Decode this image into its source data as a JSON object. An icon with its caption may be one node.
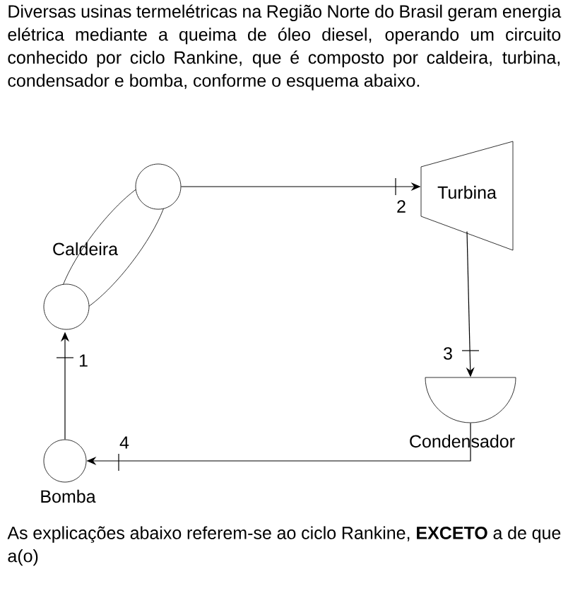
{
  "diagram": {
    "nodes": [
      {
        "text": [
          "Caldeira"
        ]
      },
      {
        "text": [
          "Turbina"
        ]
      },
      {
        "text": [],
        "shape": "half-circle",
        "beside": [
          "Condensador"
        ]
      },
      {
        "text": [],
        "shape": "circle",
        "beside": [
          "Bomba"
        ]
      }
    ],
    "edges": [
      {
        "from": 0,
        "to": 1,
        "arrow": "to",
        "label": "2"
      },
      {
        "from": 1,
        "to": 2,
        "arrow": "to",
        "label": "3"
      },
      {
        "from": 2,
        "to": 3,
        "arrow": "to",
        "label": "4"
      },
      {
        "from": 3,
        "to": 0,
        "arrow": "to",
        "label": "1"
      }
    ],
    "labels": [
      "Diversas usinas termelétricas na Região Norte do Brasil geram energia elétrica mediante a queima de óleo diesel, operando um circuito conhecido por ciclo Rankine, que é composto por caldeira, turbina, condensador e bomba, conforme o esquema abaixo.",
      "As explicações abaixo referem-se ao ciclo Rankine, **EXCETO** a de que a(o)"
    ]
  }
}
